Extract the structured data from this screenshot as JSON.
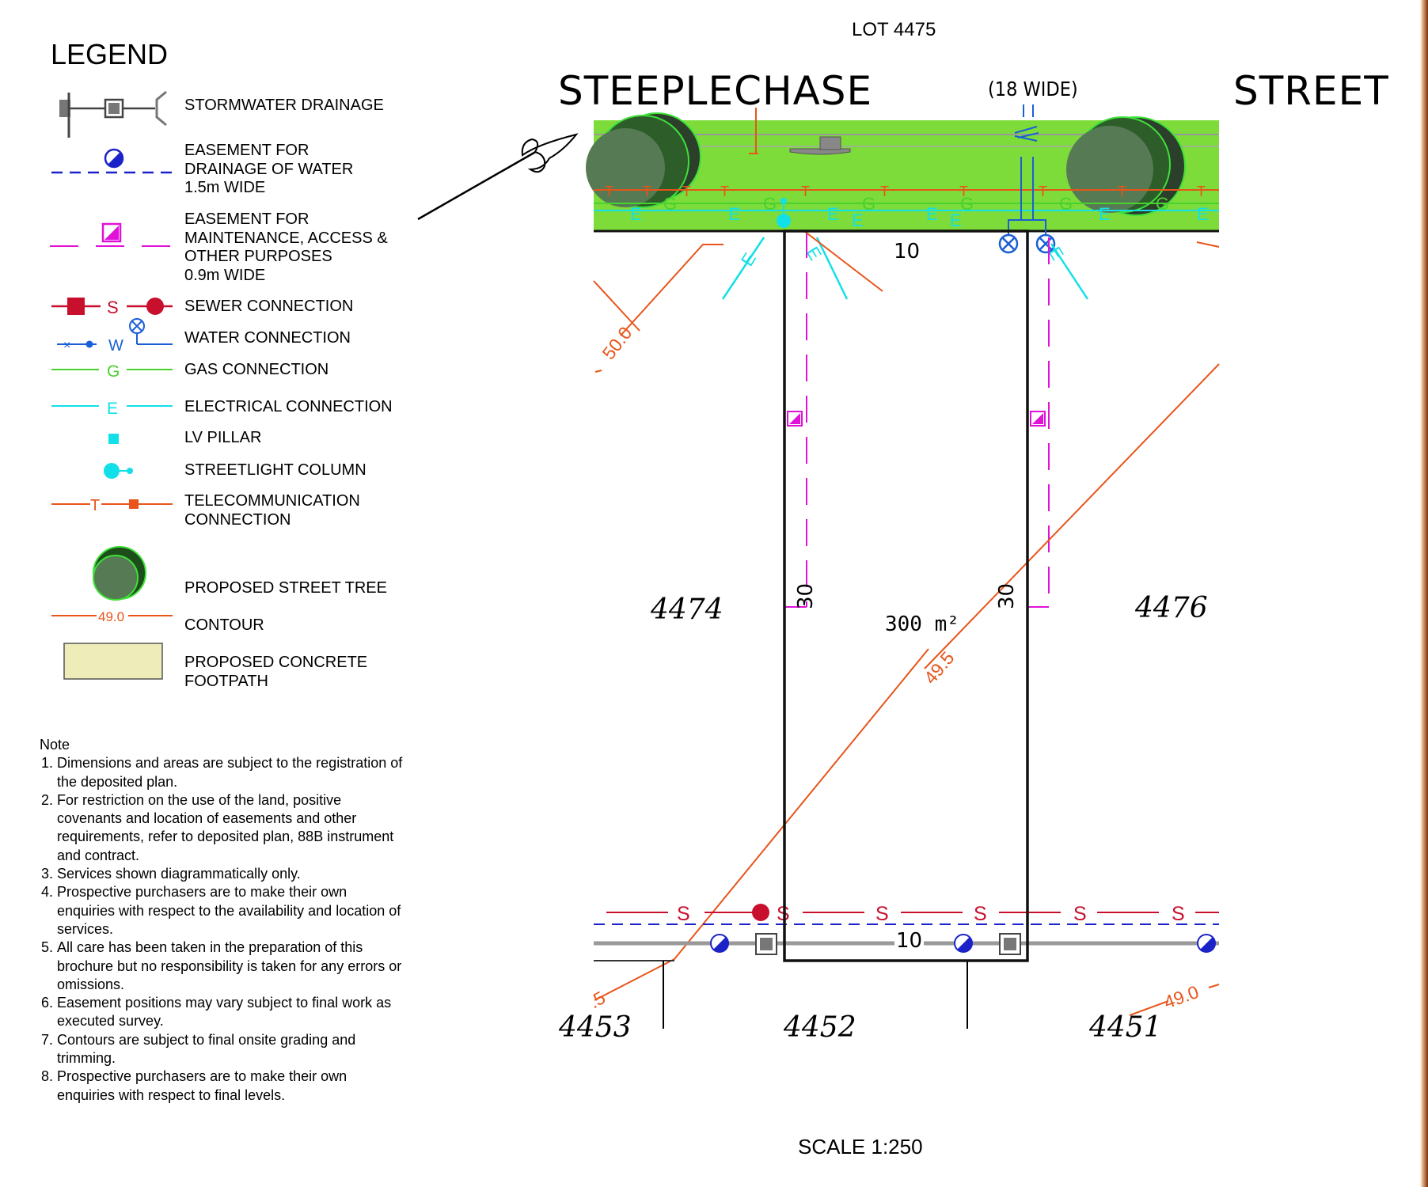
{
  "legend": {
    "title": "LEGEND",
    "items": [
      {
        "label": "STORMWATER DRAINAGE",
        "icon": "stormwater-drainage-icon"
      },
      {
        "label": "EASEMENT FOR\nDRAINAGE OF WATER\n1.5m WIDE",
        "icon": "drainage-easement-icon"
      },
      {
        "label": "EASEMENT FOR\nMAINTENANCE, ACCESS &\nOTHER PURPOSES\n0.9m WIDE",
        "icon": "maintenance-easement-icon"
      },
      {
        "label": "SEWER CONNECTION",
        "icon": "sewer-connection-icon"
      },
      {
        "label": "WATER CONNECTION",
        "icon": "water-connection-icon"
      },
      {
        "label": "GAS CONNECTION",
        "icon": "gas-connection-icon"
      },
      {
        "label": "ELECTRICAL CONNECTION",
        "icon": "electrical-connection-icon"
      },
      {
        "label": "LV PILLAR",
        "icon": "lv-pillar-icon"
      },
      {
        "label": "STREETLIGHT COLUMN",
        "icon": "streetlight-column-icon"
      },
      {
        "label": "TELECOMMUNICATION\nCONNECTION",
        "icon": "telecom-connection-icon"
      },
      {
        "label": "PROPOSED STREET TREE",
        "icon": "street-tree-icon"
      },
      {
        "label": "CONTOUR",
        "icon": "contour-icon"
      },
      {
        "label": "PROPOSED CONCRETE\nFOOTPATH",
        "icon": "concrete-footpath-icon"
      }
    ],
    "symbol_letters": {
      "sewer": "S",
      "water": "W",
      "gas": "G",
      "electrical": "E",
      "telecom": "T",
      "contour_value": "49.0"
    }
  },
  "notes": {
    "heading": "Note",
    "items": [
      "Dimensions and areas are subject to the registration of the deposited plan.",
      "For restriction on the use of the land, positive covenants and location of easements and other requirements, refer to deposited plan, 88B instrument and contract.",
      "Services shown diagrammatically only.",
      "Prospective purchasers are to make their own enquiries with respect to the availability and location of services.",
      "All care has been taken in the preparation of this brochure but no responsibility is taken for any errors or omissions.",
      "Easement positions may vary subject to final work as executed survey.",
      "Contours are subject to final onsite grading and trimming.",
      "Prospective purchasers are to make their own enquiries with respect to final levels."
    ]
  },
  "plan": {
    "lot_title": "LOT 4475",
    "street_name_1": "STEEPLECHASE",
    "street_name_2": "STREET",
    "road_width": "(18 WIDE)",
    "frontage": "10",
    "rear": "10",
    "left_depth": "30",
    "right_depth": "30",
    "area": "300 m²",
    "adjacent_lots": {
      "left": "4474",
      "right": "4476",
      "rear_left": "4453",
      "rear_middle": "4452",
      "rear_right": "4451"
    },
    "contours": {
      "upper": "50.0",
      "middle": "49.5",
      "lower_left": ".5",
      "lower_right": "49.0"
    },
    "scale": "SCALE 1:250"
  },
  "colors": {
    "verge": "#7ddc3a",
    "tree": "#2d5e2a",
    "contour": "#e8541a",
    "sewer": "#c8102e",
    "water": "#1a5fd6",
    "gas": "#49d12e",
    "electrical": "#12e0e8",
    "maintenance_easement": "#e012d8",
    "drainage_easement": "#1a22c8",
    "footpath": "#eeecb8",
    "stormwater": "#777777"
  }
}
